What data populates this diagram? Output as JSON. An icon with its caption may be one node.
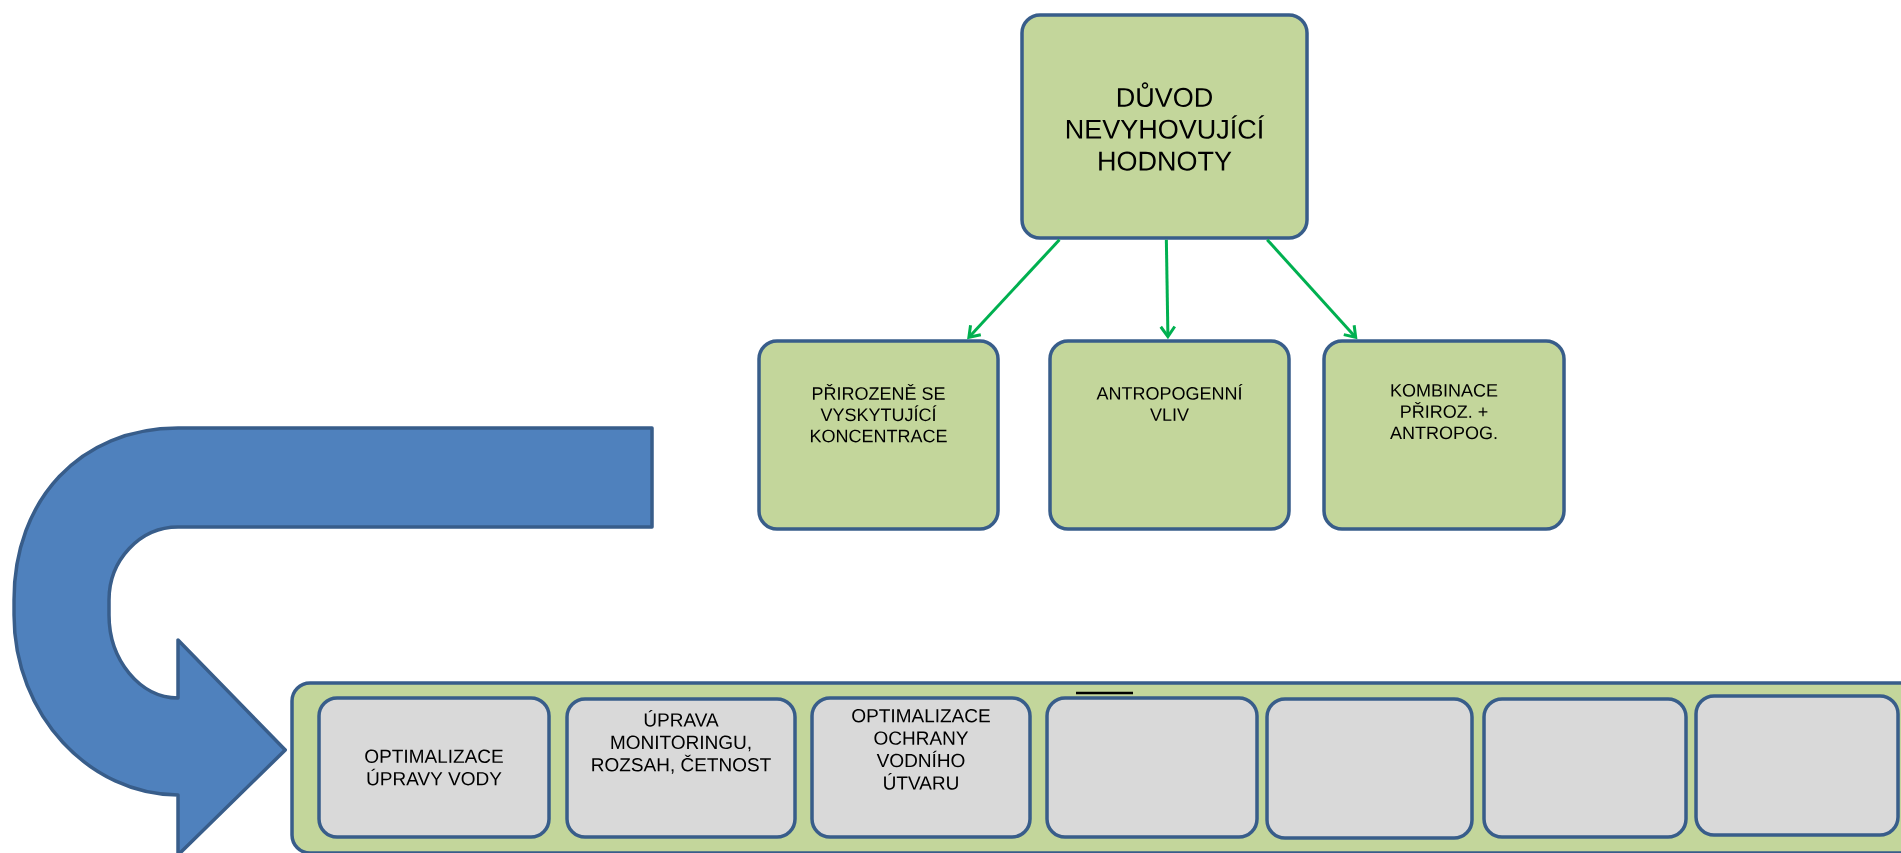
{
  "diagram": {
    "nodes": [
      {
        "text": [
          "DŮVOD NEVYHOVUJÍCÍ HODNOTY"
        ]
      },
      {
        "text": [
          "PŘIROZENĚ SE VYSKYTUJÍCÍ KONCENTRACE"
        ]
      },
      {
        "text": [
          "ANTROPOGENNÍ VLIV"
        ]
      },
      {
        "text": [
          "KOMBINACE PŘIROZ. + ANTROPOG."
        ]
      },
      {
        "text": [],
        "shape": "box"
      },
      {
        "text": [
          "OPTIMALIZACE ÚPRAVY VODY"
        ],
        "in": 4
      },
      {
        "text": [
          "ÚPRAVA MONITORINGU, ROZSAH, ČETNOST"
        ],
        "in": 4
      },
      {
        "text": [
          "OPTIMALIZACE OCHRANY VODNÍHO ÚTVARU"
        ],
        "in": 4
      },
      {
        "text": [],
        "shape": "box",
        "in": 4
      },
      {
        "text": [],
        "shape": "box",
        "in": 4
      },
      {
        "text": [],
        "shape": "box",
        "in": 4
      },
      {
        "text": [],
        "shape": "box",
        "in": 4
      }
    ],
    "edges": [
      {
        "from": 0,
        "to": 1,
        "arrow": "to"
      },
      {
        "from": 0,
        "to": 2,
        "arrow": "to"
      },
      {
        "from": 0,
        "to": 3,
        "arrow": "to"
      },
      {
        "from": null,
        "to": 4,
        "arrow": "to",
        "style": "thick",
        "color": "#4f81bd"
      }
    ]
  }
}
